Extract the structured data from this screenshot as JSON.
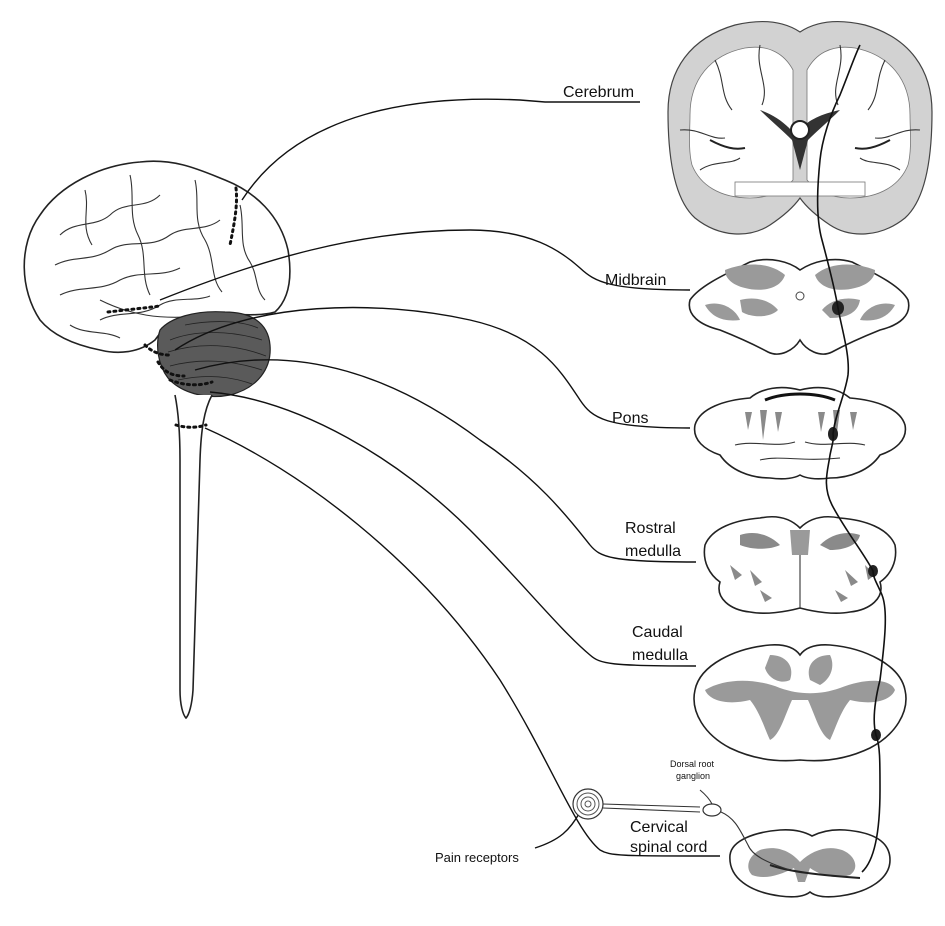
{
  "labels": {
    "cerebrum": "Cerebrum",
    "midbrain": "Midbrain",
    "pons": "Pons",
    "rostral_line1": "Rostral",
    "rostral_line2": "medulla",
    "caudal_line1": "Caudal",
    "caudal_line2": "medulla",
    "cervical_line1": "Cervical",
    "cervical_line2": "spinal cord",
    "drg_line1": "Dorsal root",
    "drg_line2": "ganglion",
    "pain_receptors": "Pain receptors"
  },
  "colors": {
    "stroke": "#111111",
    "gray_matter": "#9a9a9a",
    "light_gray": "#d2d2d2",
    "cerebellum": "#5a5a5a"
  }
}
